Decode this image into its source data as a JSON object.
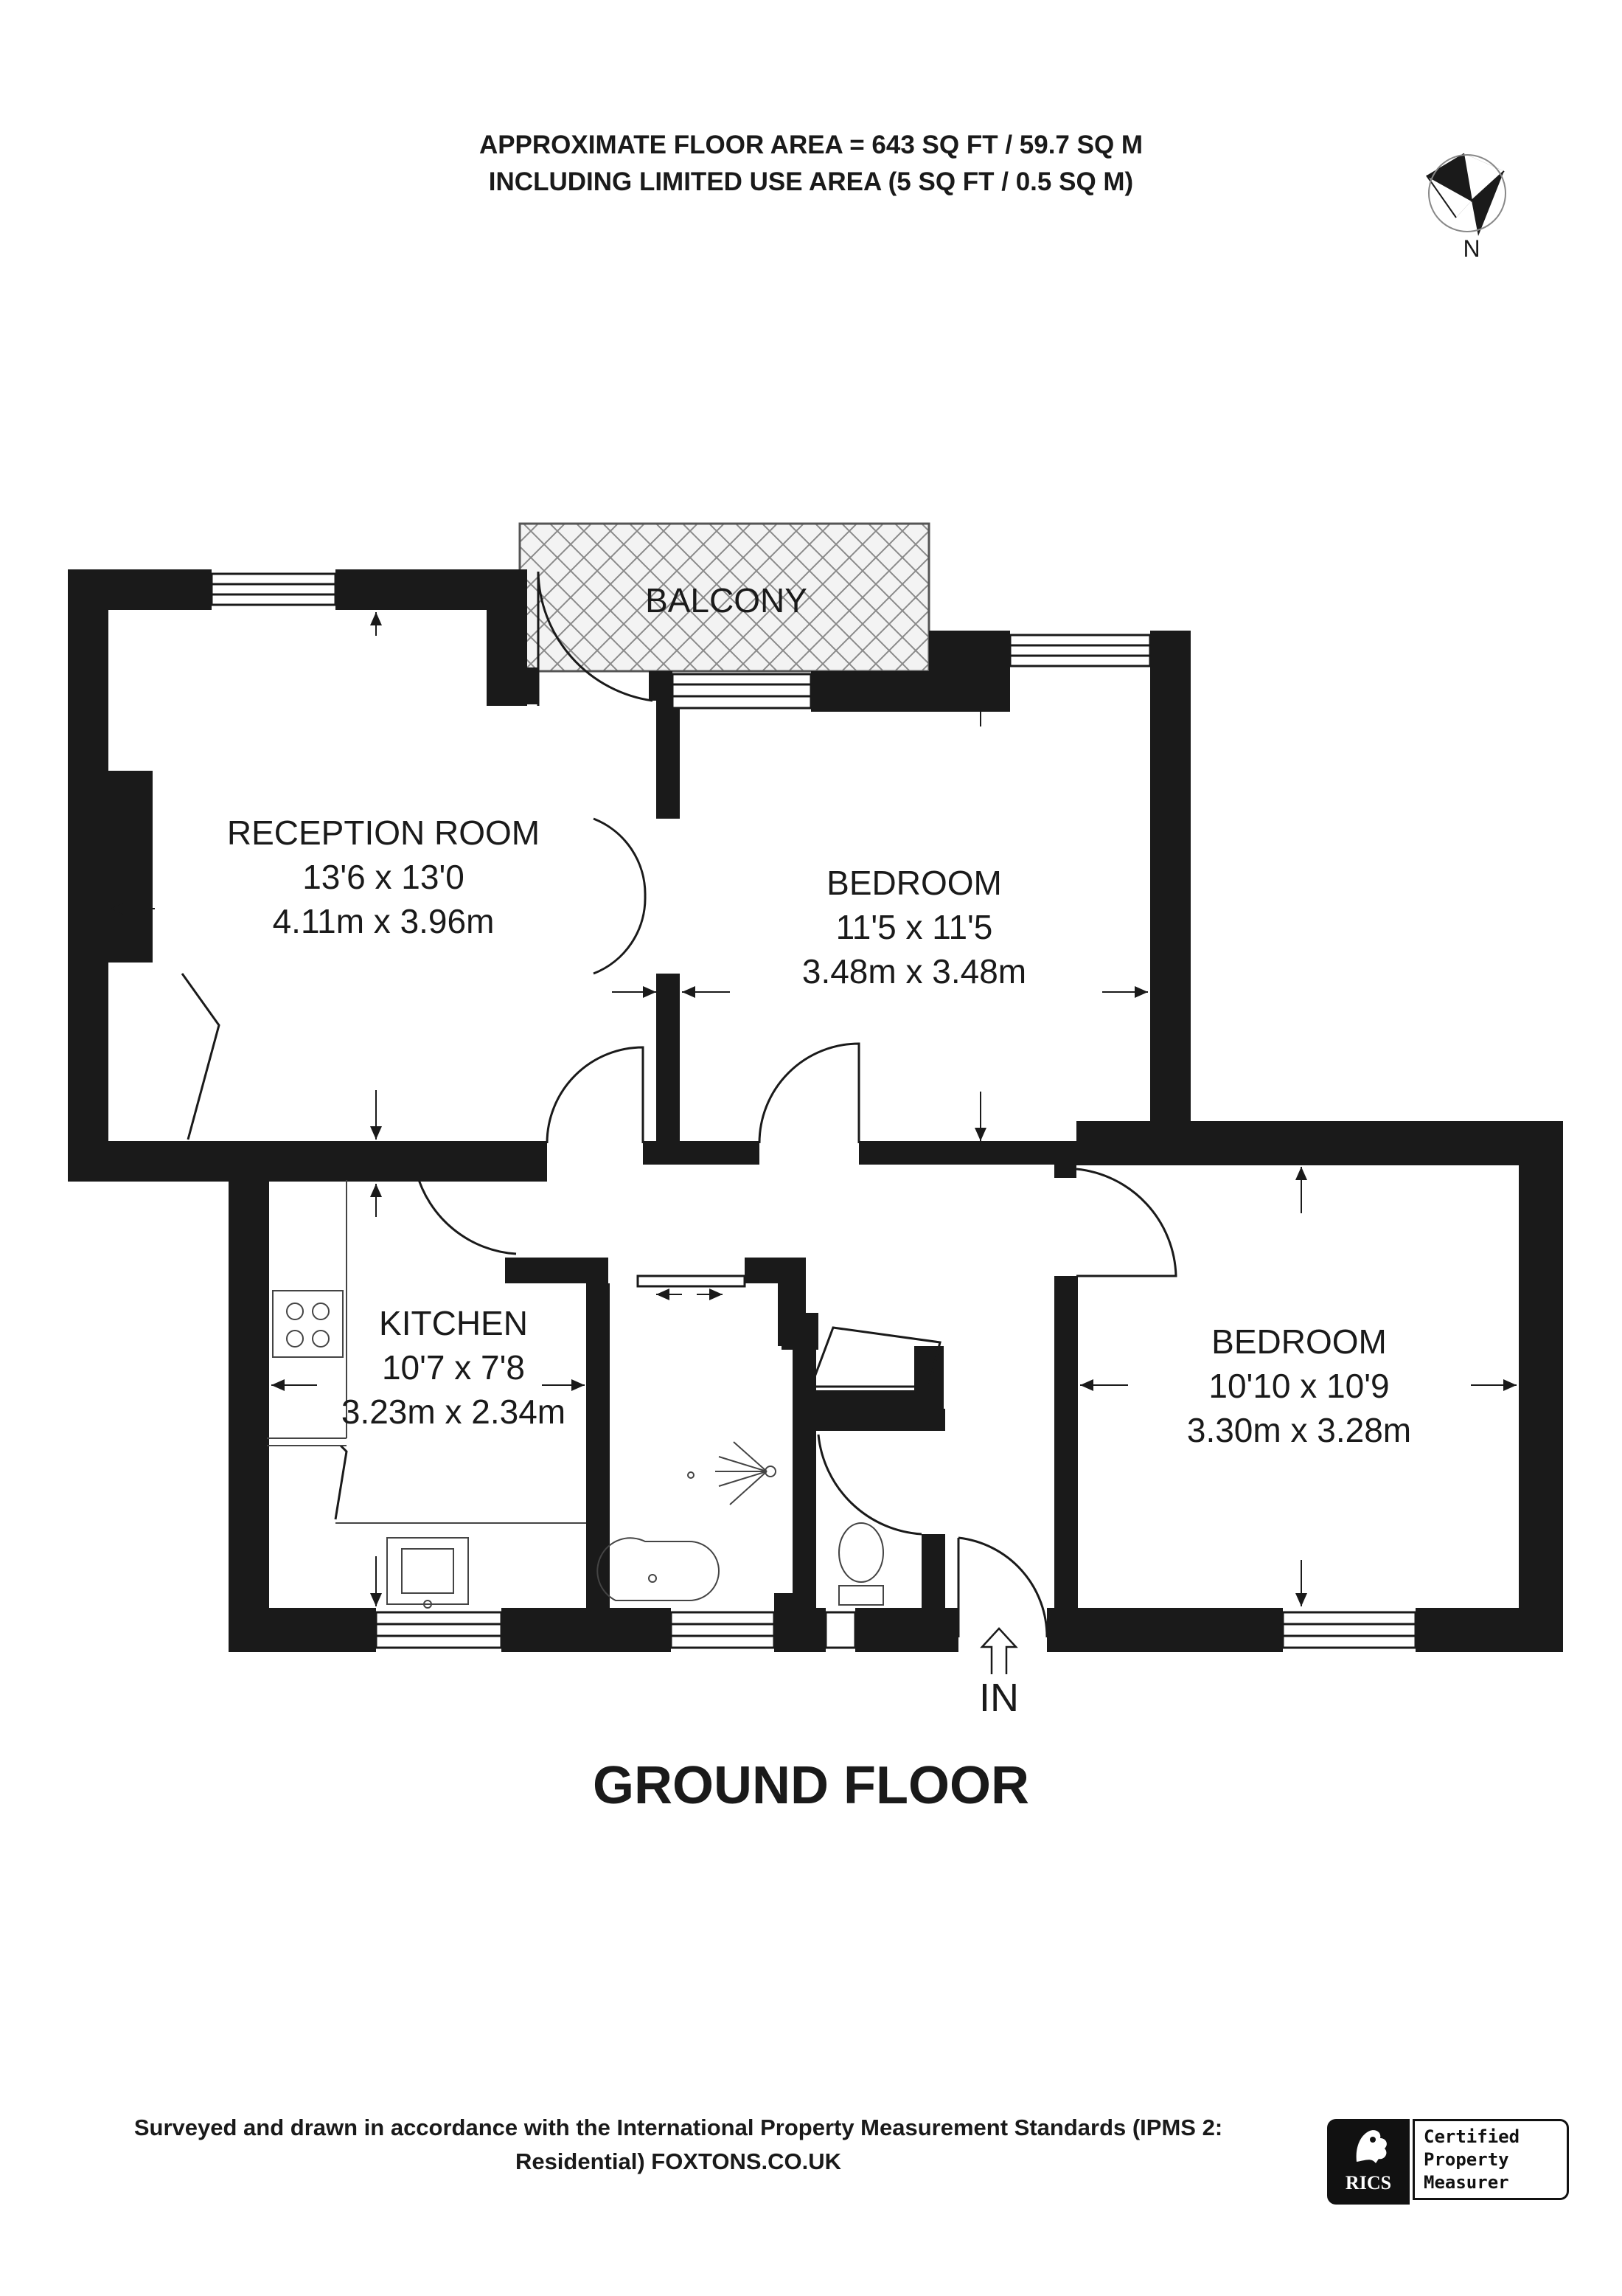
{
  "header": {
    "area_line_1": "APPROXIMATE FLOOR AREA = 643 SQ FT / 59.7 SQ M",
    "area_line_2": "INCLUDING LIMITED USE AREA (5 SQ FT / 0.5 SQ M)"
  },
  "compass": {
    "label": "N",
    "icon": "compass-icon"
  },
  "rooms": {
    "reception": {
      "name": "RECEPTION ROOM",
      "imperial": "13'6 x 13'0",
      "metric": "4.11m x 3.96m"
    },
    "bedroom_1": {
      "name": "BEDROOM",
      "imperial": "11'5 x 11'5",
      "metric": "3.48m x 3.48m"
    },
    "bedroom_2": {
      "name": "BEDROOM",
      "imperial": "10'10 x 10'9",
      "metric": "3.30m x 3.28m"
    },
    "kitchen": {
      "name": "KITCHEN",
      "imperial": "10'7 x 7'8",
      "metric": "3.23m x 2.34m"
    },
    "balcony": {
      "name": "BALCONY"
    }
  },
  "entrance_label": "IN",
  "floor_title": "GROUND FLOOR",
  "footer": {
    "line_1": "Surveyed and drawn in accordance with the International Property Measurement Standards (IPMS 2:",
    "line_2": "Residential) FOXTONS.CO.UK"
  },
  "badge": {
    "logo_text": "RICS",
    "line_1": "Certified",
    "line_2": "Property",
    "line_3": "Measurer",
    "icon": "rics-logo"
  },
  "colors": {
    "wall": "#1a1a1a",
    "background": "#ffffff",
    "balcony_fill": "#f2f2f2"
  }
}
